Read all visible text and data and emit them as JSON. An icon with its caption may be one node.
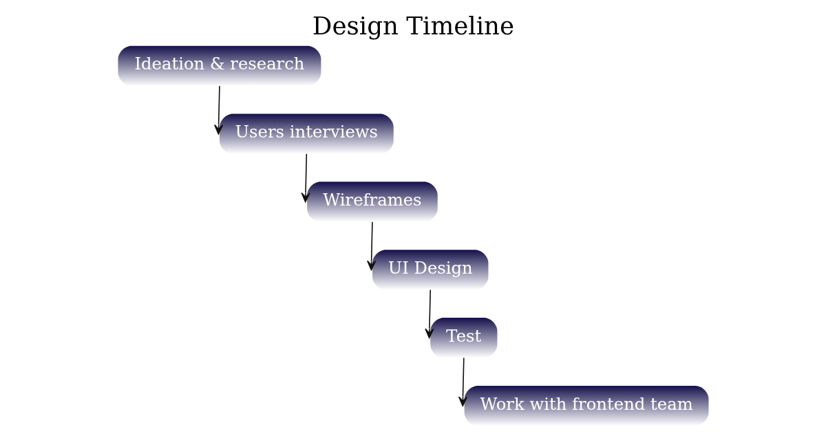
{
  "diagram": {
    "title": "Design Timeline",
    "nodes": [
      {
        "text": [
          "Ideation & research"
        ]
      },
      {
        "text": [
          "Users interviews"
        ]
      },
      {
        "text": [
          "Wireframes"
        ]
      },
      {
        "text": [
          "UI Design"
        ]
      },
      {
        "text": [
          "Test"
        ]
      },
      {
        "text": [
          "Work with frontend team"
        ]
      }
    ],
    "edges": [
      {
        "from": 0,
        "to": 1,
        "arrow": "to"
      },
      {
        "from": 1,
        "to": 2,
        "arrow": "to"
      },
      {
        "from": 2,
        "to": 3,
        "arrow": "to"
      },
      {
        "from": 3,
        "to": 4,
        "arrow": "to"
      },
      {
        "from": 4,
        "to": 5,
        "arrow": "to"
      }
    ]
  }
}
